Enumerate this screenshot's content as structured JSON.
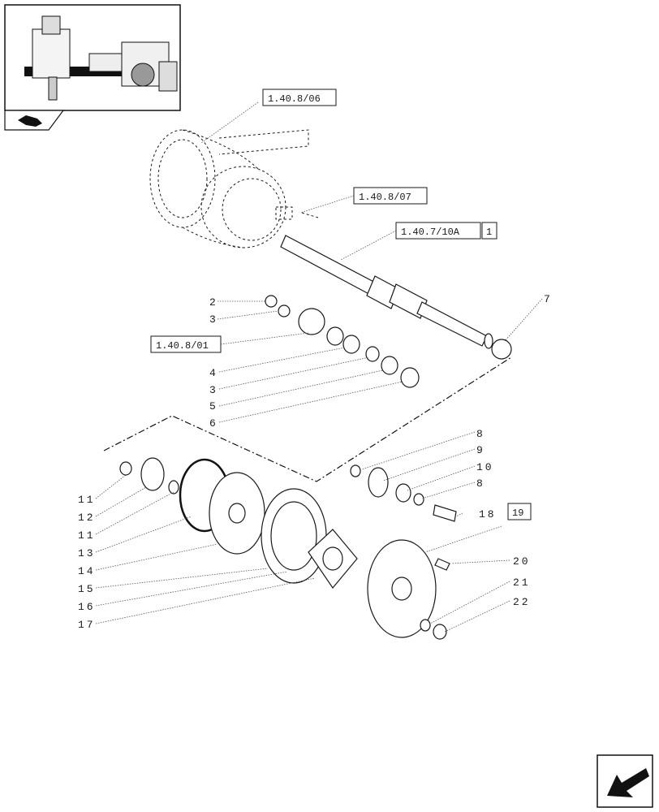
{
  "refs": {
    "r1": "1.40.8/06",
    "r2": "1.40.8/07",
    "r3": "1.40.7/10A",
    "r3b": "1",
    "r4": "1.40.8/01",
    "r5": "19"
  },
  "callouts": [
    "2",
    "3",
    "4",
    "3",
    "5",
    "6",
    "7",
    "8",
    "9",
    "10",
    "8",
    "18",
    "11",
    "12",
    "11",
    "13",
    "14",
    "15",
    "16",
    "17",
    "20",
    "21",
    "22"
  ]
}
